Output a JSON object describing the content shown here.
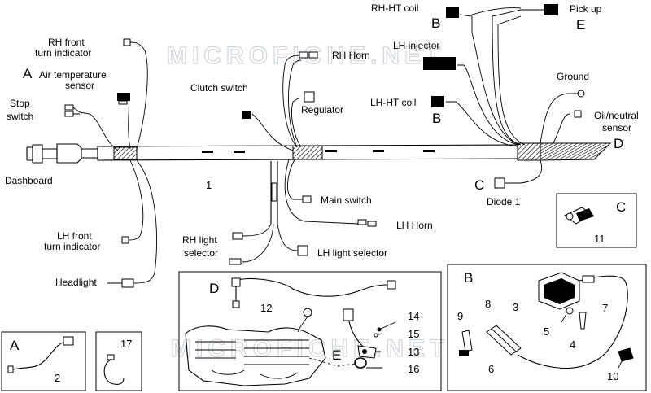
{
  "watermark": "MICROFICHE.NET",
  "labels": {
    "rh_front_turn_1": "RH front",
    "rh_front_turn_2": "turn indicator",
    "air_temp_1": "Air temperature",
    "air_temp_2": "sensor",
    "stop_1": "Stop",
    "stop_2": "switch",
    "dashboard": "Dashboard",
    "lh_front_turn_1": "LH front",
    "lh_front_turn_2": "turn indicator",
    "headlight": "Headlight",
    "clutch_switch": "Clutch switch",
    "rh_horn": "RH Horn",
    "regulator": "Regulator",
    "main_switch": "Main switch",
    "lh_horn": "LH Horn",
    "rh_light_1": "RH light",
    "rh_light_2": "selector",
    "lh_light_selector": "LH light selector",
    "rh_ht_coil": "RH-HT coil",
    "lh_injector": "LH injector",
    "lh_ht_coil": "LH-HT coil",
    "pick_up": "Pick up",
    "ground": "Ground",
    "oil_1": "Oil/neutral",
    "oil_2": "sensor",
    "diode": "Diode 1"
  },
  "letters": {
    "a_main": "A",
    "b_top": "B",
    "e_top": "E",
    "b_mid": "B",
    "c_diode": "C",
    "d_right": "D",
    "c_box": "C",
    "a_box": "A",
    "d_box": "D",
    "e_box": "E",
    "b_box": "B"
  },
  "part_numbers": {
    "harness": "1",
    "p2": "2",
    "p3": "3",
    "p4": "4",
    "p5": "5",
    "p6": "6",
    "p7": "7",
    "p8": "8",
    "p9": "9",
    "p10": "10",
    "p11": "11",
    "p12": "12",
    "p13": "13",
    "p14": "14",
    "p15": "15",
    "p16": "16",
    "p17": "17"
  }
}
